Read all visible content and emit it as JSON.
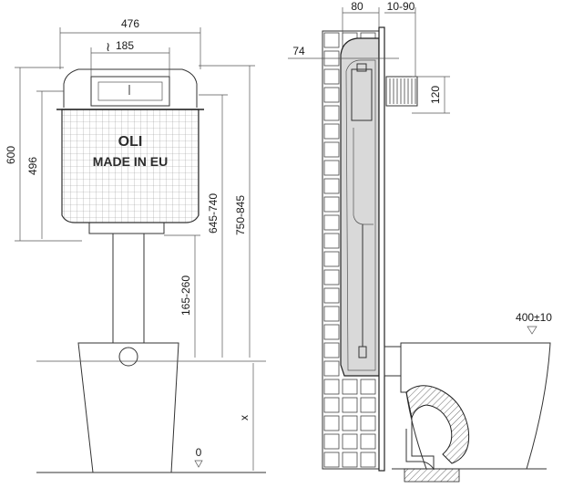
{
  "front_view": {
    "width_label": "476",
    "flush_spacing_label": "185",
    "height_label": "600",
    "tank_height_label": "496",
    "frame_range_label": "645-740",
    "total_range_label": "750-845",
    "pipe_range_label": "165-260",
    "floor_offset_label": "x",
    "floor_zero_label": "0",
    "brand_logo": "OLI",
    "brand_text": "MADE IN EU"
  },
  "side_view": {
    "depth_label": "80",
    "wall_gap_label": "10-90",
    "frame_depth_label": "74",
    "pipe_height_label": "120",
    "bowl_height_label": "400±10"
  },
  "colors": {
    "line": "#333333",
    "grid": "#9a9a9a",
    "cistern_fill": "#d9d9d9"
  }
}
